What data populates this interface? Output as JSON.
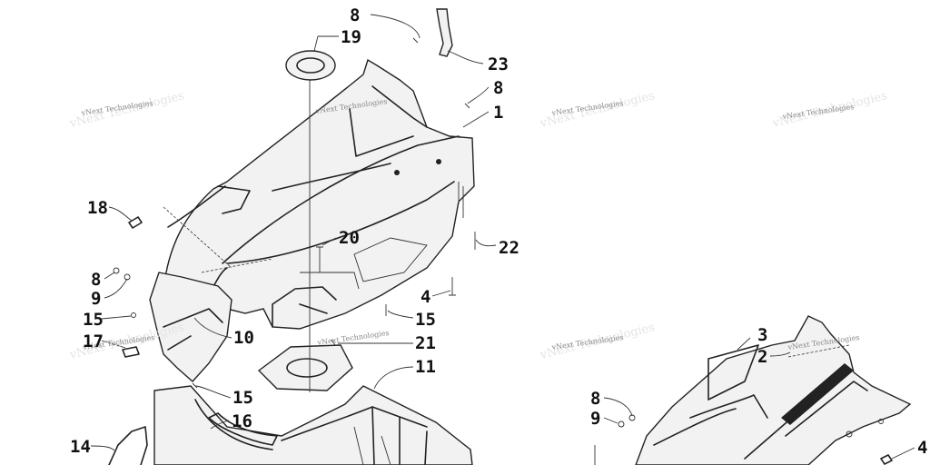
{
  "watermark": "vNext Technologies",
  "callouts": [
    "8",
    "19",
    "23",
    "8",
    "1",
    "18",
    "20",
    "22",
    "8",
    "9",
    "4",
    "15",
    "10",
    "15",
    "17",
    "21",
    "11",
    "15",
    "16",
    "14",
    "3",
    "2",
    "8",
    "9",
    "4"
  ]
}
